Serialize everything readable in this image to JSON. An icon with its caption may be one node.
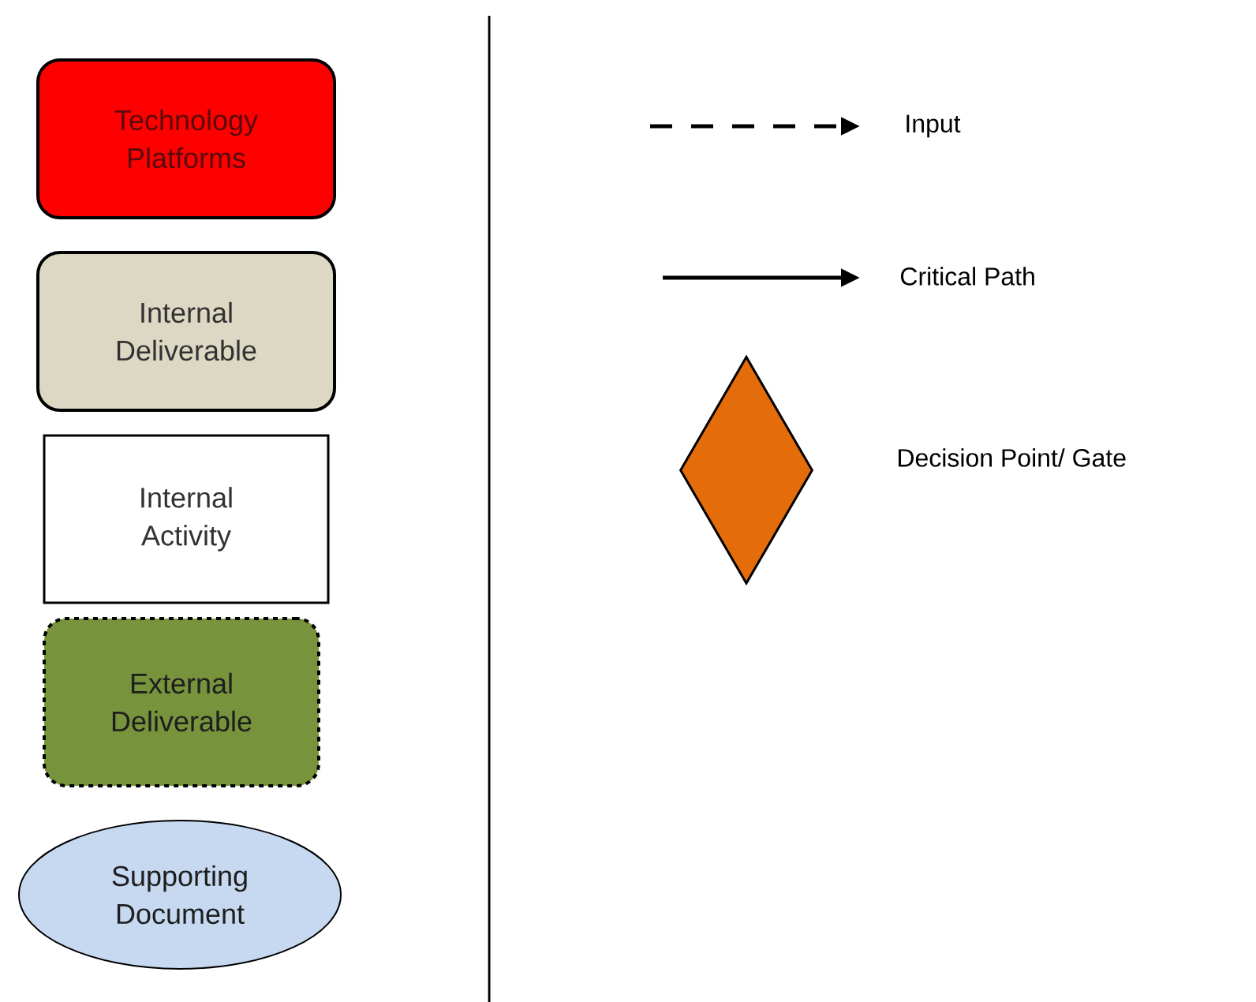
{
  "diagram": {
    "nodes": [
      {
        "text": [
          "Technology Platforms"
        ]
      },
      {
        "text": [
          "Internal Deliverable"
        ]
      },
      {
        "text": [
          "Internal Activity"
        ]
      },
      {
        "text": [
          "External Deliverable"
        ]
      },
      {
        "text": [
          "Supporting Document"
        ]
      },
      {
        "text": [],
        "shape": "diamond"
      }
    ],
    "legend": [
      {
        "text": "Input"
      },
      {
        "text": "Critical Path"
      },
      {
        "text": "Decision Point/ Gate"
      }
    ]
  }
}
